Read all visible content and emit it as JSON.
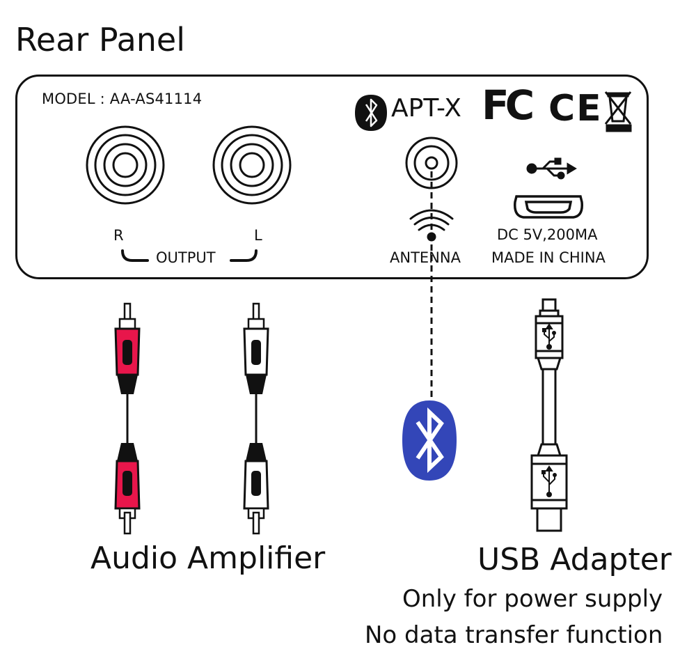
{
  "title": "Rear Panel",
  "panel": {
    "model": "MODEL : AA-AS41114",
    "aptx": "APT-X",
    "fc_mark": "FC",
    "ce_mark": "CE",
    "jacks": {
      "r": "R",
      "l": "L",
      "output": "OUTPUT"
    },
    "antenna": "ANTENNA",
    "power": {
      "spec": "DC 5V,200MA",
      "origin": "MADE IN CHINA"
    }
  },
  "captions": {
    "audio": "Audio Amplifier",
    "usb": "USB Adapter",
    "usb_note_1": "Only for power supply",
    "usb_note_2": "No data transfer function"
  },
  "icons": {
    "bluetooth_small": "bluetooth-icon",
    "bluetooth_large": "bluetooth-icon",
    "usb_symbol": "usb-symbol-icon",
    "weee": "crossed-bin-icon"
  },
  "colors": {
    "outline": "#111111",
    "rca_red": "#e8164b",
    "bluetooth_blue": "#3346b8"
  }
}
